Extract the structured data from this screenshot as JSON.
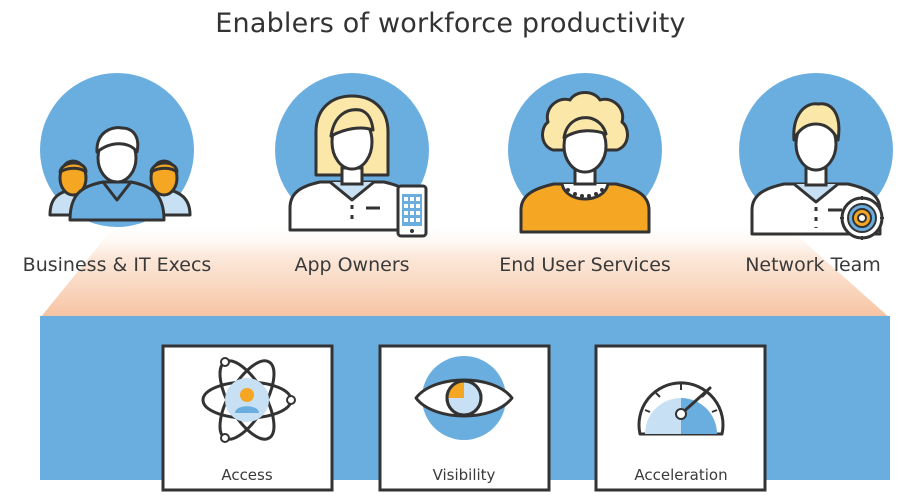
{
  "title": "Enablers of workforce productivity",
  "personas": [
    {
      "label": "Business & IT Execs",
      "icon": "executive-team-icon"
    },
    {
      "label": "App Owners",
      "icon": "app-owner-icon"
    },
    {
      "label": "End User Services",
      "icon": "end-user-icon"
    },
    {
      "label": "Network Team",
      "icon": "network-engineer-icon"
    }
  ],
  "capabilities": [
    {
      "label": "Access",
      "icon": "atom-user-icon"
    },
    {
      "label": "Visibility",
      "icon": "eye-icon"
    },
    {
      "label": "Acceleration",
      "icon": "speedometer-icon"
    }
  ],
  "colors": {
    "circle_blue": "#6aaee0",
    "band_blue": "#6aaee0",
    "accent_orange": "#f5a623",
    "glow_peach": "#f8c9a8",
    "outline": "#333333"
  }
}
